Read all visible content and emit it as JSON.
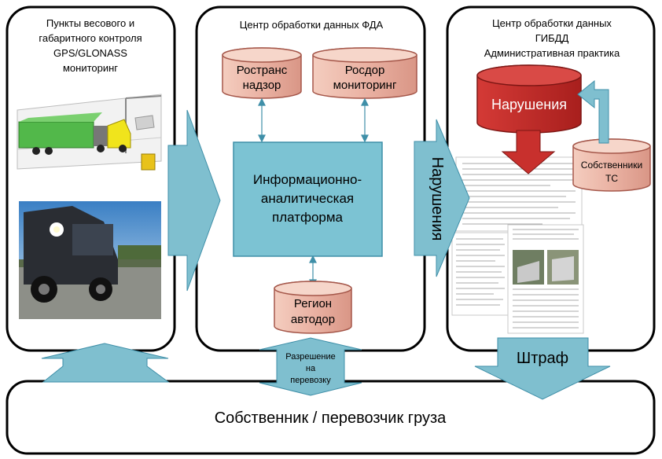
{
  "panels": {
    "left": {
      "title_lines": [
        "Пункты весового и",
        "габаритного контроля",
        "GPS/GLONASS",
        "мониторинг"
      ]
    },
    "center": {
      "title": "Центр обработки данных ФДА"
    },
    "right": {
      "title_lines": [
        "Центр обработки данных",
        "ГИБДД",
        "Административная практика"
      ]
    }
  },
  "databases": {
    "rostrans": {
      "lines": [
        "Ространс",
        "надзор"
      ]
    },
    "rosdor": {
      "lines": [
        "Росдор",
        "мониторинг"
      ]
    },
    "region": {
      "lines": [
        "Регион",
        "автодор"
      ]
    },
    "violations_db": {
      "label": "Нарушения"
    },
    "owners_db": {
      "lines": [
        "Собственники",
        "ТС"
      ]
    }
  },
  "platform": {
    "lines": [
      "Информационно-",
      "аналитическая",
      "платформа"
    ]
  },
  "arrows": {
    "violations": {
      "label": "Нарушения"
    },
    "permit": {
      "lines": [
        "Разрешение",
        "на",
        "перевозку"
      ]
    },
    "fine": {
      "label": "Штраф"
    }
  },
  "bottom": {
    "label": "Собственник / перевозчик груза"
  },
  "colors": {
    "arrow_fill": "#7fbfcf",
    "platform_fill": "#7cc3d3",
    "db_fill": "#efb8aa",
    "db_dark": "#c8302d",
    "panel_stroke": "#000000"
  }
}
